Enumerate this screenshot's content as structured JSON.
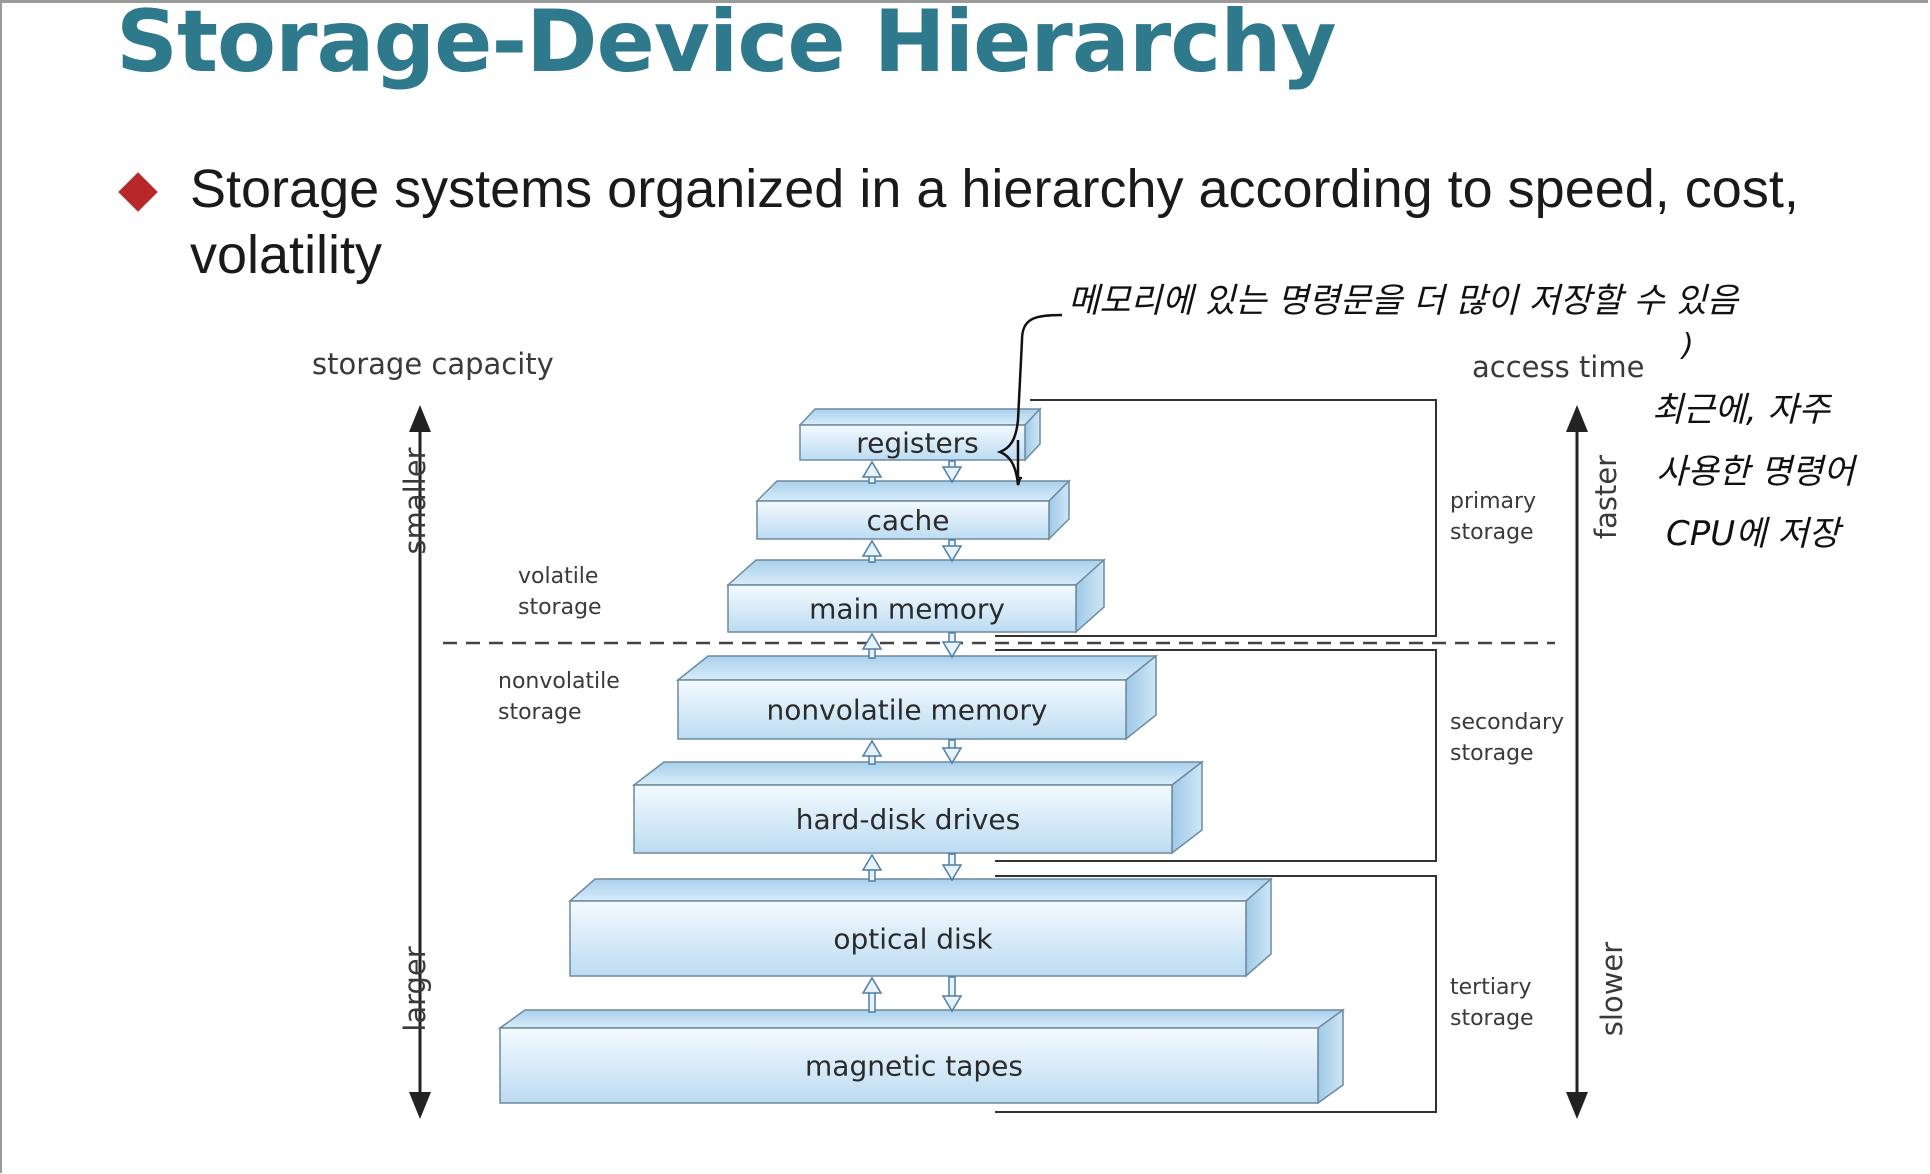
{
  "slide": {
    "title": "Storage-Device Hierarchy",
    "bullet": "Storage systems organized in a hierarchy according to speed, cost, volatility"
  },
  "diagram": {
    "left_axis": {
      "label": "storage capacity",
      "top": "smaller",
      "bottom": "larger"
    },
    "right_axis": {
      "label": "access time",
      "top": "faster",
      "bottom": "slower"
    },
    "volatility": {
      "volatile": "volatile storage",
      "nonvolatile": "nonvolatile storage"
    },
    "tiers": {
      "primary": "primary storage",
      "secondary": "secondary storage",
      "tertiary": "tertiary storage"
    },
    "levels": [
      "registers",
      "cache",
      "main memory",
      "nonvolatile memory",
      "hard-disk drives",
      "optical disk",
      "magnetic tapes"
    ]
  },
  "annotations": {
    "top_note": "메모리에 있는 명령문을 더 많이 저장할 수 있음",
    "side_note_1": ")",
    "side_note_2": "최근에, 자주",
    "side_note_3": "사용한 명령어",
    "side_note_4": "CPU에 저장"
  },
  "colors": {
    "title": "#2e7a8c",
    "bullet": "#b8282a",
    "box_face": "#d7ebf8",
    "box_edge": "#6d8aa0"
  }
}
